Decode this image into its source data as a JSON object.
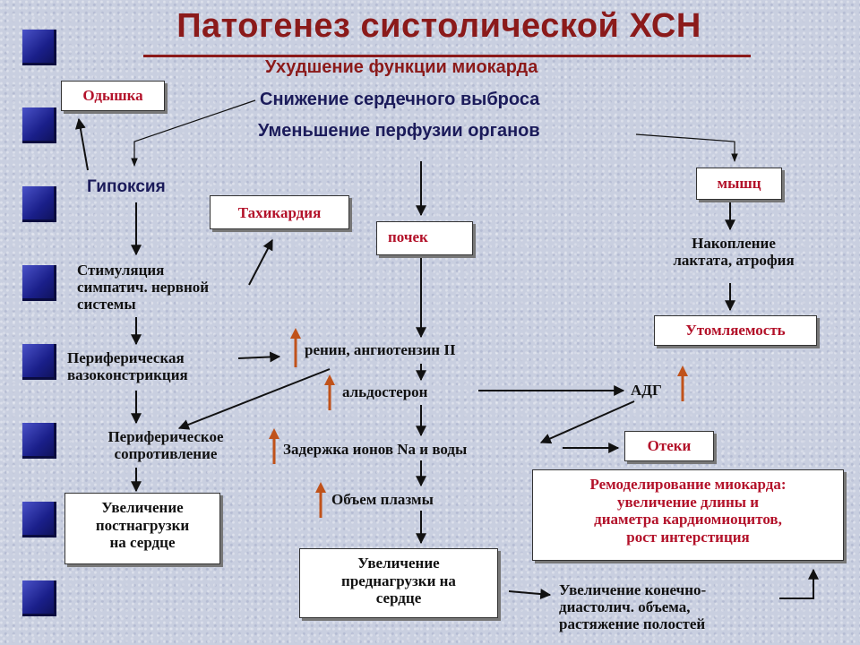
{
  "title": "Патогенез систолической ХСН",
  "headline": {
    "line1": "Ухудшение функции миокарда",
    "line2": "Снижение сердечного выброса",
    "line3": "Уменьшение перфузии органов"
  },
  "nodes": {
    "dyspnea": "Одышка",
    "hypoxia": "Гипоксия",
    "tachycardia": "Тахикардия",
    "kidneys": "почек",
    "muscles": "мышц",
    "sympathetic": [
      "Стимуляция",
      "симпатич. нервной",
      "системы"
    ],
    "vasoconstriction": [
      "Периферическая",
      "вазоконстрикция"
    ],
    "resistance": [
      "Периферическое",
      "сопротивление"
    ],
    "afterload": [
      "Увеличение",
      "постнагрузки",
      "на сердце"
    ],
    "renin": "ренин, ангиотензин II",
    "aldosterone": "альдостерон",
    "sodium": "Задержка ионов Na и воды",
    "plasma": "Объем плазмы",
    "preload": [
      "Увеличение",
      "преднагрузки на",
      "сердце"
    ],
    "lactate": [
      "Накопление",
      "лактата, атрофия"
    ],
    "fatigue": "Утомляемость",
    "adh": "АДГ",
    "edema": "Отеки",
    "remodeling": [
      "Ремоделирование миокарда:",
      "увеличение длины и",
      "диаметра кардиомиоцитов,",
      "рост интерстиция"
    ],
    "edv": [
      "Увеличение конечно-",
      "диастолич. объема,",
      "растяжение полостей"
    ]
  },
  "colors": {
    "title": "#8b1a1a",
    "subtitle": "#1b1b5a",
    "box_text_red": "#b3122a",
    "up_arrow": "#c0521a",
    "bullet": "#1a1f8a"
  }
}
